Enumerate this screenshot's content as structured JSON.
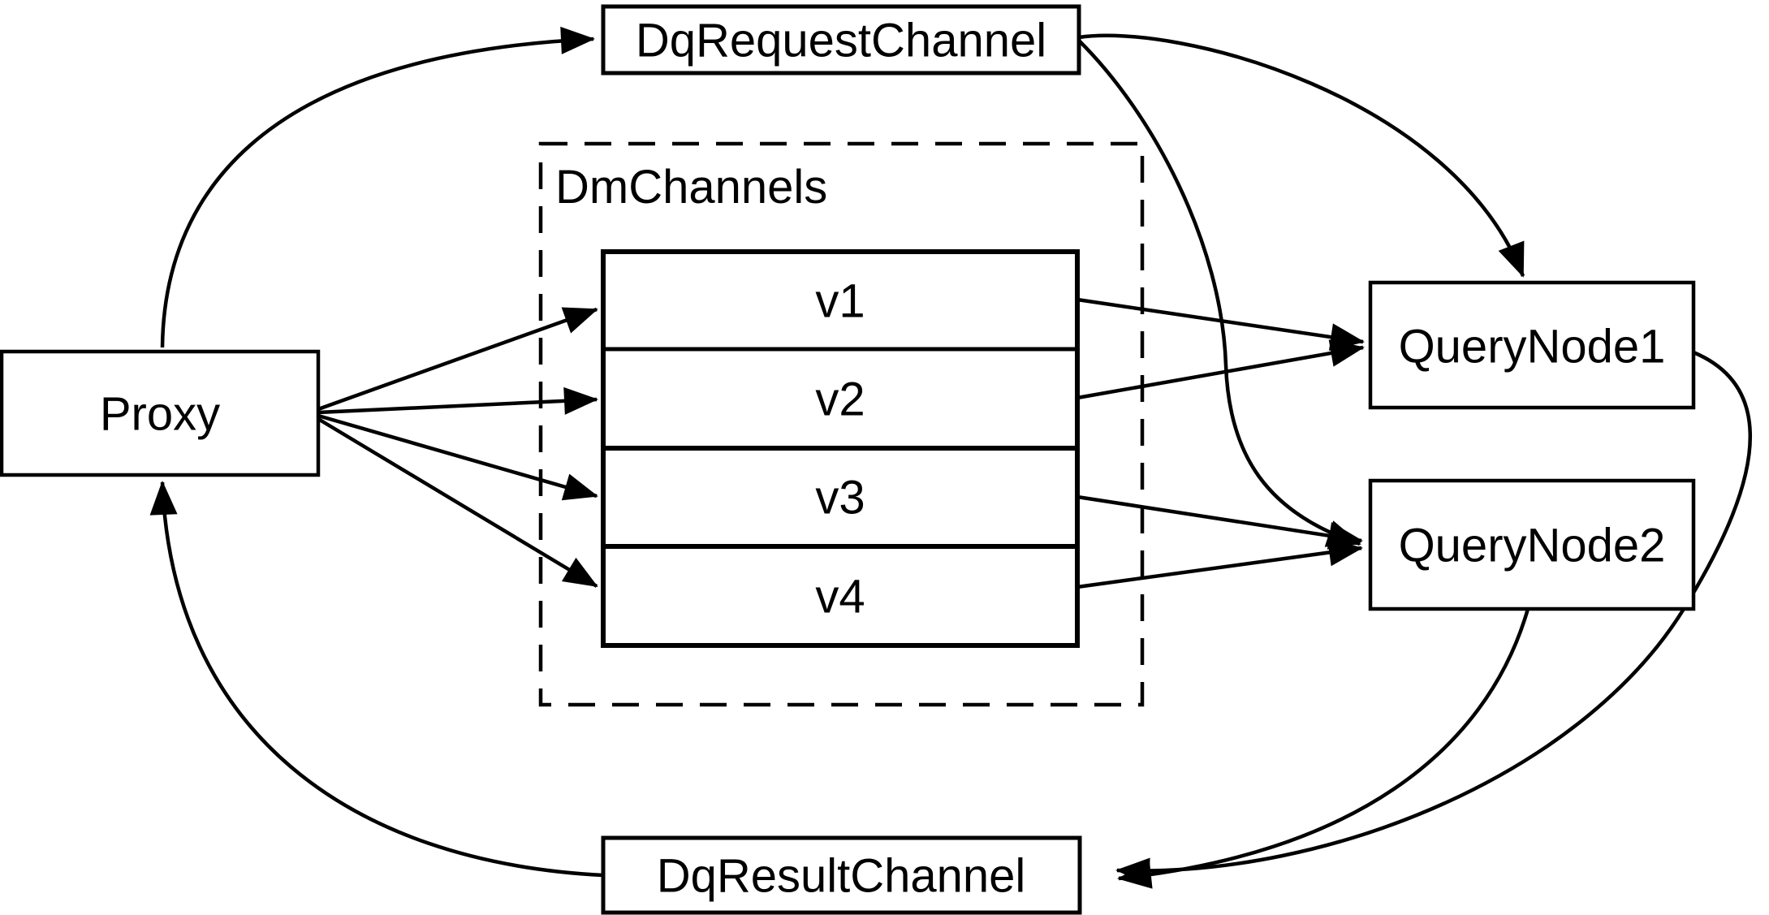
{
  "diagram": {
    "background": "#ffffff",
    "stroke_color": "#000000",
    "text_color": "#000000",
    "nodes": {
      "proxy": {
        "label": "Proxy"
      },
      "dq_request_channel": {
        "label": "DqRequestChannel"
      },
      "dm_channels": {
        "label": "DmChannels",
        "channels": [
          "v1",
          "v2",
          "v3",
          "v4"
        ]
      },
      "query_node_1": {
        "label": "QueryNode1"
      },
      "query_node_2": {
        "label": "QueryNode2"
      },
      "dq_result_channel": {
        "label": "DqResultChannel"
      }
    },
    "edges": [
      {
        "from": "Proxy",
        "to": "DqRequestChannel"
      },
      {
        "from": "Proxy",
        "to": "v1"
      },
      {
        "from": "Proxy",
        "to": "v2"
      },
      {
        "from": "Proxy",
        "to": "v3"
      },
      {
        "from": "Proxy",
        "to": "v4"
      },
      {
        "from": "v1",
        "to": "QueryNode1"
      },
      {
        "from": "v2",
        "to": "QueryNode1"
      },
      {
        "from": "v3",
        "to": "QueryNode2"
      },
      {
        "from": "v4",
        "to": "QueryNode2"
      },
      {
        "from": "DqRequestChannel",
        "to": "QueryNode1"
      },
      {
        "from": "DqRequestChannel",
        "to": "QueryNode2"
      },
      {
        "from": "QueryNode1",
        "to": "DqResultChannel"
      },
      {
        "from": "QueryNode2",
        "to": "DqResultChannel"
      },
      {
        "from": "DqResultChannel",
        "to": "Proxy"
      }
    ]
  }
}
